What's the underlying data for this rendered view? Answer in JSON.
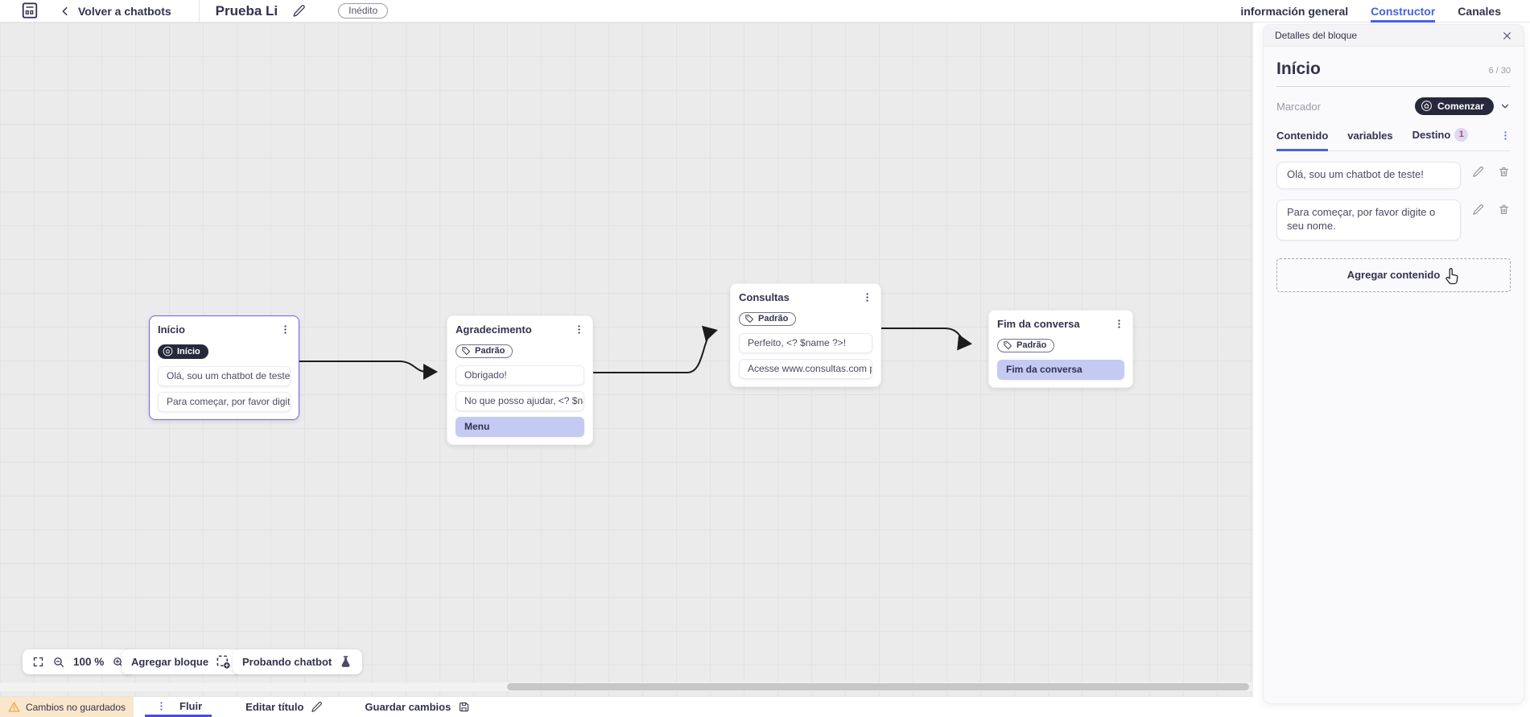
{
  "colors": {
    "accent_blue": "#4763E4",
    "flow_tab_underline": "#4A4CD6",
    "dark_navy_pill": "#28283C",
    "text_dark": "#32324E",
    "highlight_purple": "#C5CAF3",
    "selected_block_border": "#6C63E0",
    "warning_bg": "#FAE7CB",
    "warning_icon": "#E8A33D",
    "destino_badge_bg": "#DCD8F7",
    "destino_badge_text": "#BA4A40"
  },
  "topbar": {
    "back_label": "Volver a chatbots",
    "title": "Prueba Li",
    "status_badge": "Inédito",
    "tabs": [
      {
        "label": "información general",
        "active": false
      },
      {
        "label": "Constructor",
        "active": true
      },
      {
        "label": "Canales",
        "active": false
      }
    ]
  },
  "canvas": {
    "zoom_level": "100 %",
    "add_block_label": "Agregar bloque",
    "test_chatbot_label": "Probando chatbot",
    "blocks": [
      {
        "title": "Início",
        "badge": "Início",
        "selected": true,
        "items": [
          {
            "text": "Olá, sou um chatbot de teste!",
            "highlight": false
          },
          {
            "text": "Para começar, por favor digite o ...",
            "highlight": false
          }
        ]
      },
      {
        "title": "Agradecimento",
        "badge": "Padrão",
        "selected": false,
        "items": [
          {
            "text": "Obrigado!",
            "highlight": false
          },
          {
            "text": "No que posso ajudar, <? $name ...",
            "highlight": false
          },
          {
            "text": "Menu",
            "highlight": true
          }
        ]
      },
      {
        "title": "Consultas",
        "badge": "Padrão",
        "selected": false,
        "items": [
          {
            "text": "Perfeito, <? $name ?>!",
            "highlight": false
          },
          {
            "text": "Acesse www.consultas.com par...",
            "highlight": false
          }
        ]
      },
      {
        "title": "Fim da conversa",
        "badge": "Padrão",
        "selected": false,
        "items": [
          {
            "text": "Fim da conversa",
            "highlight": true
          }
        ]
      }
    ]
  },
  "panel": {
    "header_title": "Detalles del bloque",
    "block_name": "Início",
    "name_counter": "6 / 30",
    "marker_label": "Marcador",
    "marker_value": "Comenzar",
    "tabs": [
      {
        "label": "Contenido",
        "active": true
      },
      {
        "label": "variables",
        "active": false
      },
      {
        "label": "Destino",
        "active": false,
        "badge": "1"
      }
    ],
    "contents": [
      "Olá, sou um chatbot de teste!",
      "Para começar, por favor digite o seu nome."
    ],
    "add_content_label": "Agregar contenido"
  },
  "bottombar": {
    "unsaved_label": "Cambios no guardados",
    "flow_tab_label": "Fluir",
    "edit_title_label": "Editar título",
    "save_label": "Guardar cambios"
  },
  "icons": [
    "logo-icon",
    "chevron-left-icon",
    "edit-pencil-icon",
    "kebab-menu-icon",
    "home-icon",
    "tag-icon",
    "close-icon",
    "chevron-down-icon",
    "trash-icon",
    "fullscreen-icon",
    "zoom-out-icon",
    "zoom-in-icon",
    "add-block-icon",
    "flask-icon",
    "warning-icon",
    "save-icon",
    "hand-cursor-icon"
  ]
}
